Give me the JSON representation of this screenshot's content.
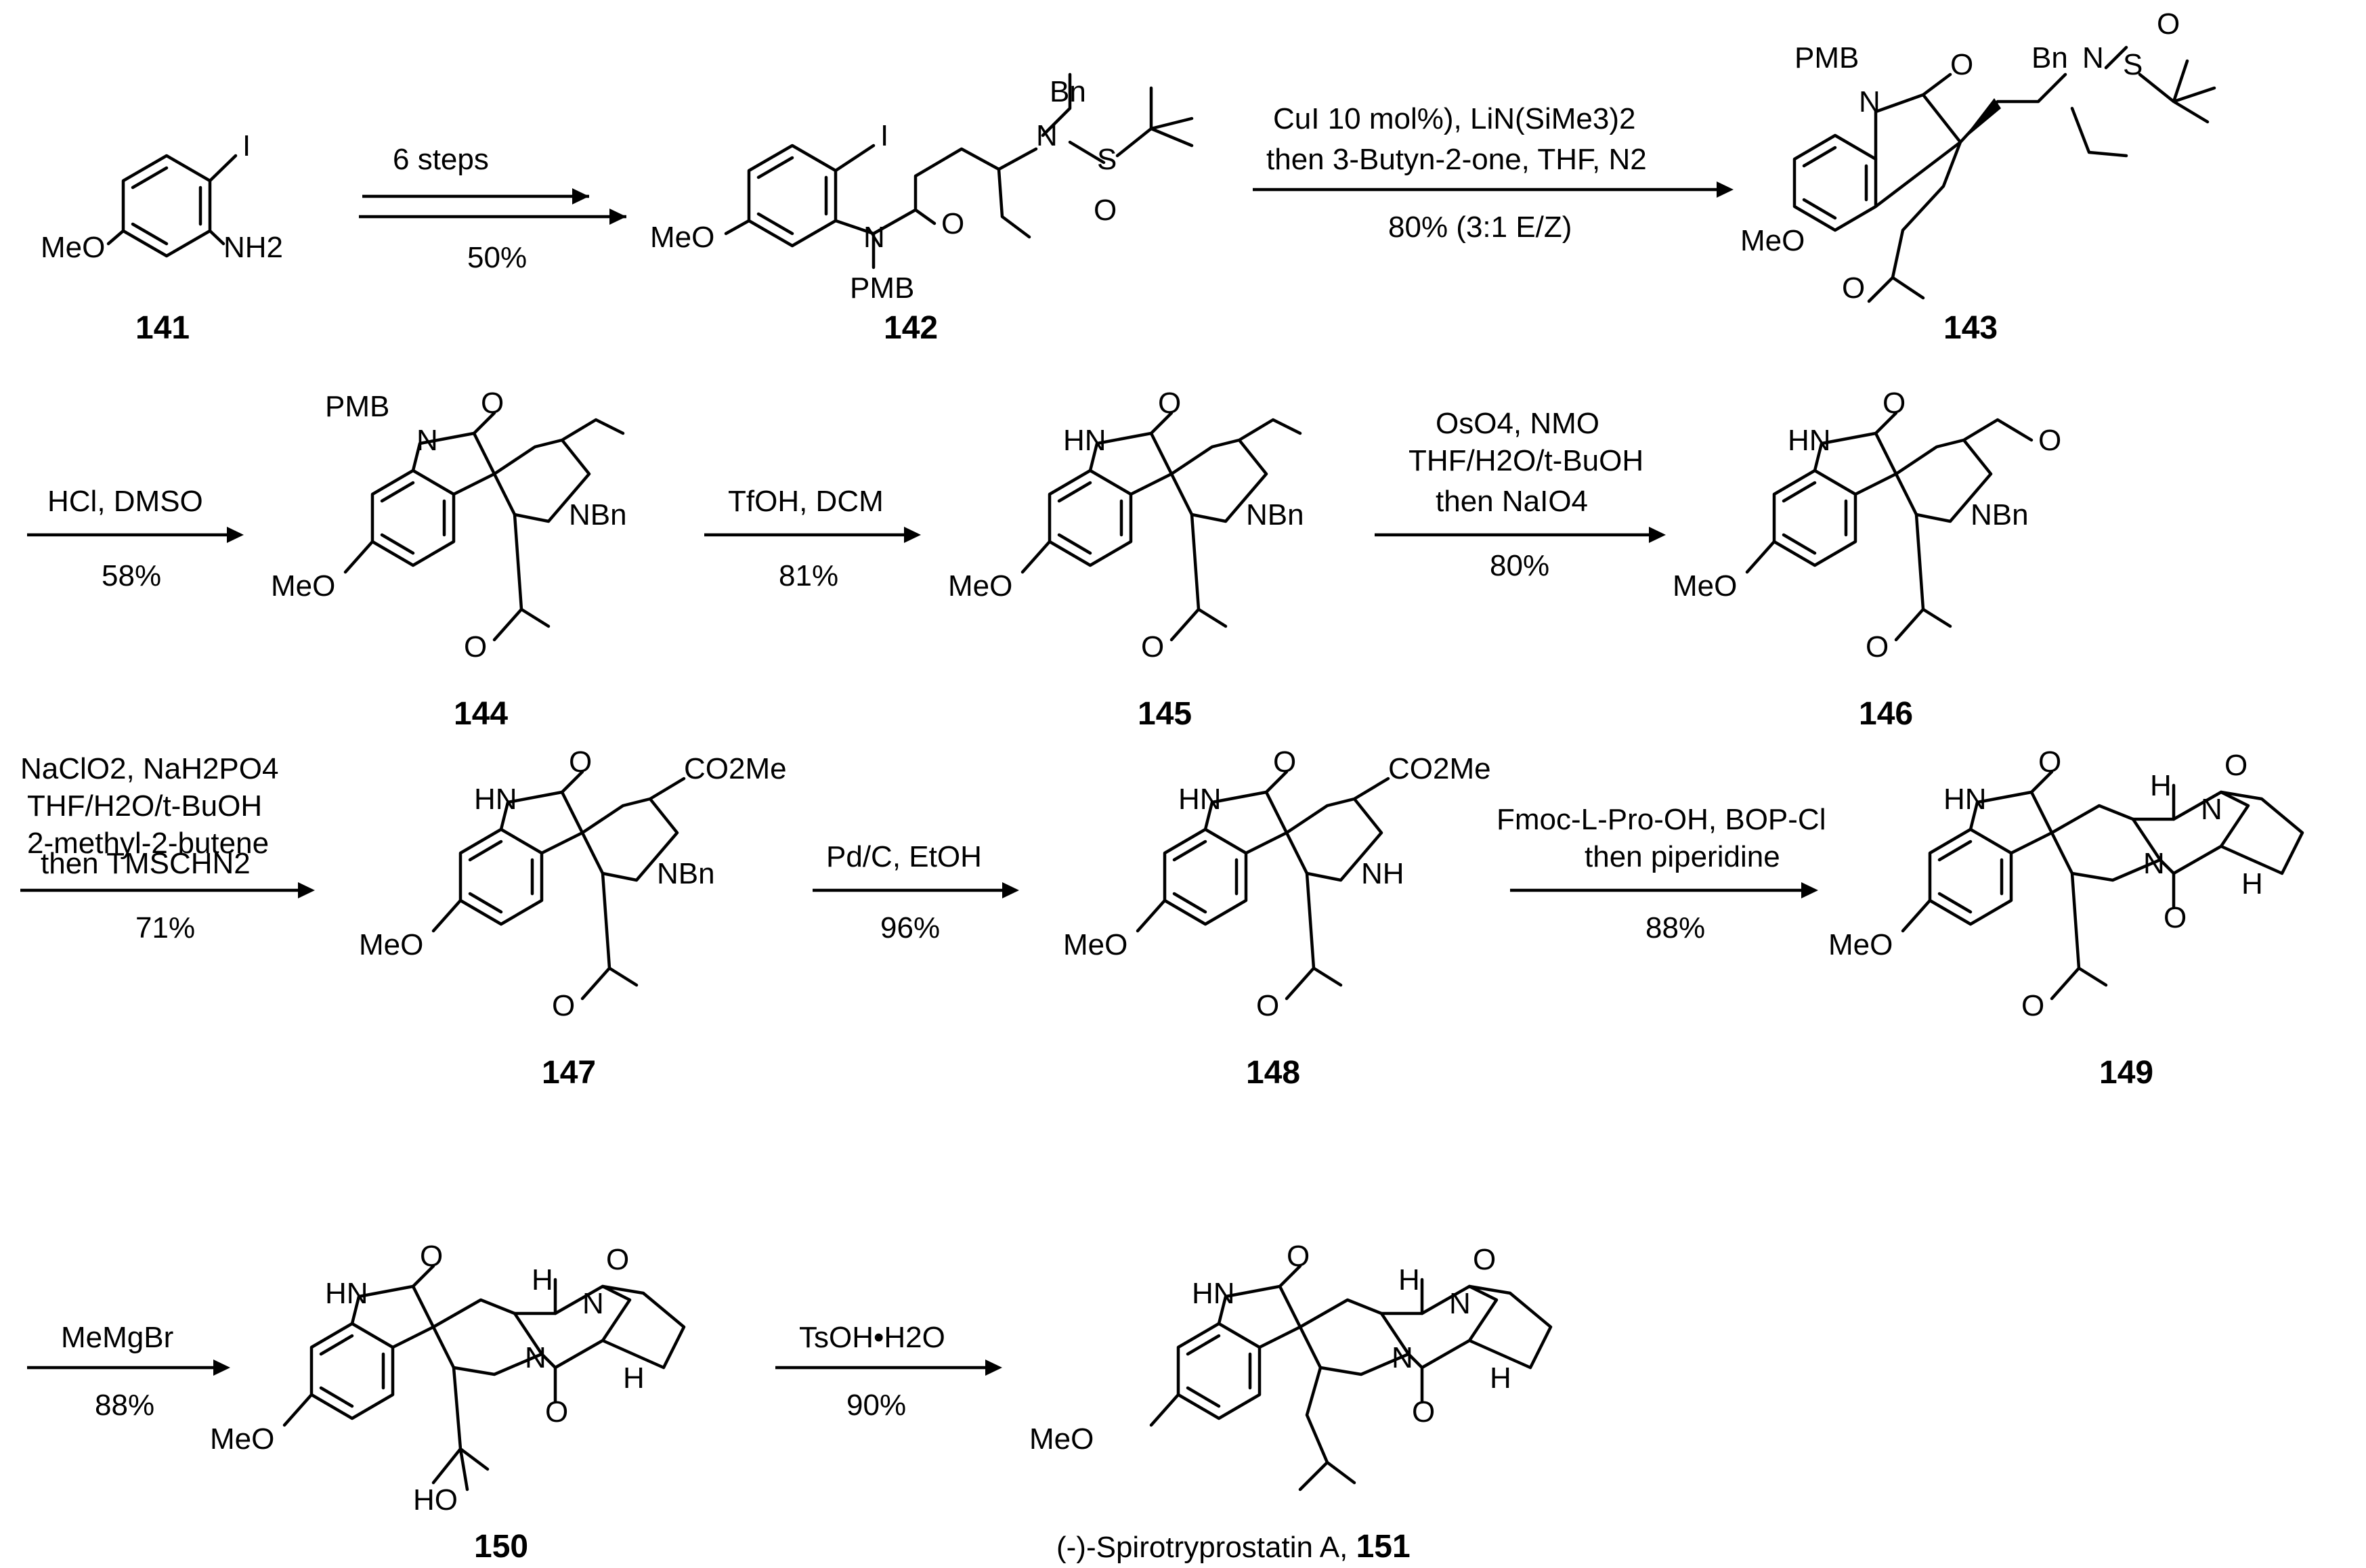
{
  "compounds": [
    {
      "id": "141",
      "labels": [
        "I",
        "NH2",
        "MeO"
      ]
    },
    {
      "id": "142",
      "labels": [
        "Bn",
        "N",
        "S",
        "O",
        "I",
        "MeO",
        "N",
        "O",
        "PMB"
      ]
    },
    {
      "id": "143",
      "labels": [
        "PMB",
        "N",
        "O",
        "Bn",
        "N",
        "S",
        "O",
        "MeO",
        "O"
      ]
    },
    {
      "id": "144",
      "labels": [
        "PMB",
        "N",
        "O",
        "NBn",
        "MeO",
        "O"
      ]
    },
    {
      "id": "145",
      "labels": [
        "HN",
        "O",
        "NBn",
        "MeO",
        "O"
      ]
    },
    {
      "id": "146",
      "labels": [
        "HN",
        "O",
        "O",
        "NBn",
        "MeO",
        "O"
      ]
    },
    {
      "id": "147",
      "labels": [
        "HN",
        "O",
        "CO2Me",
        "NBn",
        "MeO",
        "O"
      ]
    },
    {
      "id": "148",
      "labels": [
        "HN",
        "O",
        "CO2Me",
        "NH",
        "MeO",
        "O"
      ]
    },
    {
      "id": "149",
      "labels": [
        "HN",
        "O",
        "H",
        "O",
        "N",
        "N",
        "O",
        "H",
        "MeO",
        "O"
      ]
    },
    {
      "id": "150",
      "labels": [
        "HN",
        "O",
        "H",
        "O",
        "N",
        "N",
        "O",
        "H",
        "MeO",
        "HO"
      ]
    },
    {
      "id": "151",
      "name": "(-)-Spirotryprostatin A, ",
      "labels": [
        "HN",
        "O",
        "H",
        "O",
        "N",
        "N",
        "O",
        "H",
        "MeO"
      ]
    }
  ],
  "steps": [
    {
      "above": [
        "6 steps"
      ],
      "below": [
        "50%"
      ]
    },
    {
      "above": [
        "CuI 10 mol%), LiN(SiMe3)2",
        "then 3-Butyn-2-one, THF, N2"
      ],
      "below": [
        "80% (3:1 E/Z)"
      ]
    },
    {
      "above": [
        "HCl, DMSO"
      ],
      "below": [
        "58%"
      ]
    },
    {
      "above": [
        "TfOH, DCM"
      ],
      "below": [
        "81%"
      ]
    },
    {
      "above": [
        "OsO4, NMO",
        "THF/H2O/t-BuOH",
        "then NaIO4"
      ],
      "below": [
        "80%"
      ]
    },
    {
      "above": [
        "NaClO2, NaH2PO4",
        "THF/H2O/t-BuOH",
        "2-methyl-2-butene",
        "then TMSCHN2"
      ],
      "below": [
        "71%"
      ]
    },
    {
      "above": [
        "Pd/C, EtOH"
      ],
      "below": [
        "96%"
      ]
    },
    {
      "above": [
        "Fmoc-L-Pro-OH, BOP-Cl",
        "then piperidine"
      ],
      "below": [
        "88%"
      ]
    },
    {
      "above": [
        "MeMgBr"
      ],
      "below": [
        "88%"
      ]
    },
    {
      "above": [
        "TsOH•H2O"
      ],
      "below": [
        "90%"
      ]
    }
  ]
}
